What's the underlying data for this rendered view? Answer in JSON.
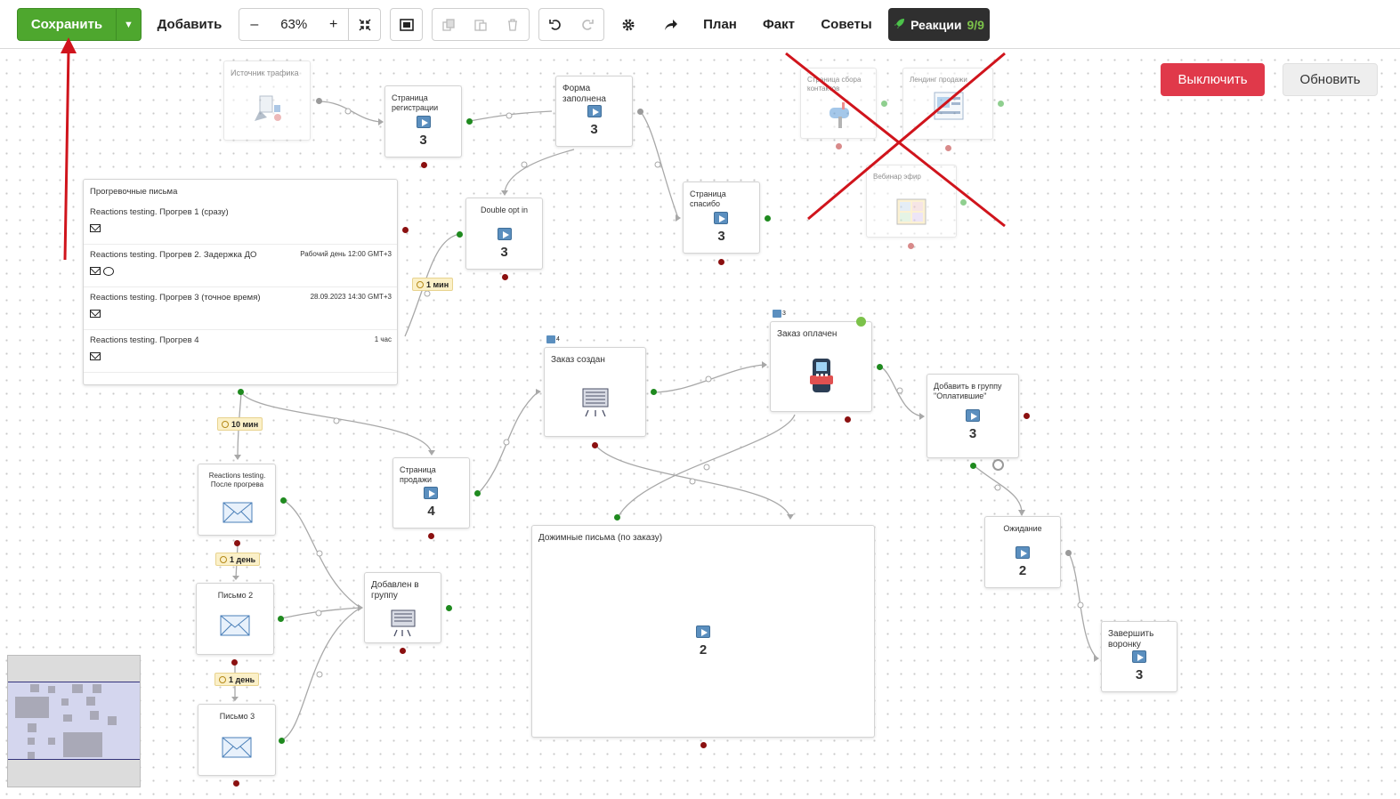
{
  "toolbar": {
    "save": "Сохранить",
    "add": "Добавить",
    "zoom_minus": "–",
    "zoom": "63%",
    "zoom_plus": "+",
    "plan": "План",
    "fact": "Факт",
    "tips": "Советы",
    "reactions": "Реакции",
    "reactions_count": "9/9"
  },
  "actions": {
    "disable": "Выключить",
    "refresh": "Обновить"
  },
  "nodes": {
    "traffic_source": {
      "title": "Источник трафика"
    },
    "reg_page": {
      "title": "Страница регистрации",
      "count": "3"
    },
    "form_filled": {
      "title": "Форма заполнена",
      "count": "3"
    },
    "double_opt_in": {
      "title": "Double opt in",
      "count": "3"
    },
    "thank_you": {
      "title": "Страница спасибо",
      "count": "3"
    },
    "contacts_page": {
      "title": "Страница сбора контактов"
    },
    "sales_landing": {
      "title": "Лендинг продажи"
    },
    "webinar": {
      "title": "Вебинар эфир"
    },
    "warmup": {
      "title": "Прогревочные письма",
      "rows": [
        {
          "title": "Reactions testing. Прогрев 1 (сразу)",
          "time": ""
        },
        {
          "title": "Reactions testing. Прогрев 2. Задержка ДО",
          "time": "Рабочий день 12:00 GMT+3"
        },
        {
          "title": "Reactions testing. Прогрев 3 (точное время)",
          "time": "28.09.2023 14:30 GMT+3"
        },
        {
          "title": "Reactions testing. Прогрев 4",
          "time": "1 час"
        }
      ]
    },
    "after_warmup": {
      "title": "Reactions testing. После прогрева"
    },
    "letter2": {
      "title": "Письмо 2"
    },
    "letter3": {
      "title": "Письмо 3"
    },
    "sales_page": {
      "title": "Страница продажи",
      "count": "4"
    },
    "added_group": {
      "title": "Добавлен в группу"
    },
    "order_created": {
      "title": "Заказ создан",
      "badge": "4"
    },
    "order_paid": {
      "title": "Заказ оплачен",
      "badge": "3"
    },
    "add_paid_group": {
      "title": "Добавить в группу \"Оплатившие\"",
      "count": "3"
    },
    "followup": {
      "title": "Дожимные письма (по заказу)",
      "count": "2"
    },
    "waiting": {
      "title": "Ожидание",
      "count": "2"
    },
    "finish": {
      "title": "Завершить воронку",
      "count": "3"
    }
  },
  "delays": {
    "d1": "1 мин",
    "d2": "10 мин",
    "d3": "1 день",
    "d4": "1 день"
  },
  "colors": {
    "save_green": "#4ea72e",
    "disable_red": "#e0394a",
    "reactions_dark": "#2f2f2f",
    "annotation_red": "#d0141c"
  }
}
